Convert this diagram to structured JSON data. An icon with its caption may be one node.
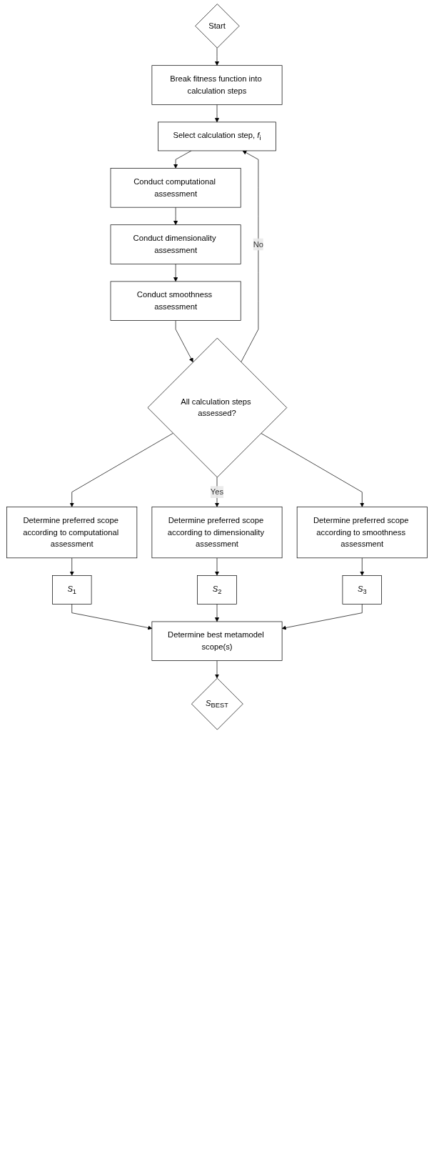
{
  "diagram": {
    "nodes": [
      {
        "text": [
          "Start"
        ]
      },
      {
        "text": [
          "Break fitness function into calculation steps"
        ]
      },
      {
        "text": [
          "Select calculation step, *f*$_{i}$"
        ]
      },
      {
        "text": [
          "Conduct computational assessment"
        ]
      },
      {
        "text": [
          "Conduct dimensionality assessment"
        ]
      },
      {
        "text": [
          "Conduct smoothness assessment"
        ]
      },
      {
        "text": [
          "All calculation steps assessed?"
        ]
      },
      {
        "text": [
          "Determine preferred scope according to computational assessment"
        ]
      },
      {
        "text": [
          "Determine preferred scope according to dimensionality assessment"
        ]
      },
      {
        "text": [
          "Determine preferred scope according to smoothness assessment"
        ]
      },
      {
        "text": [
          "*S*$_{1}$"
        ]
      },
      {
        "text": [
          "*S*$_{2}$"
        ]
      },
      {
        "text": [
          "*S*$_{3}$"
        ]
      },
      {
        "text": [
          "Determine best metamodel scope(s)"
        ]
      },
      {
        "text": [
          "*S*$_{BEST}$"
        ]
      }
    ],
    "edges": [
      {
        "from": 0,
        "to": 1,
        "arrow": "to"
      },
      {
        "from": 1,
        "to": 2,
        "arrow": "to"
      },
      {
        "from": 2,
        "to": 3,
        "arrow": "to"
      },
      {
        "from": 3,
        "to": 4,
        "arrow": "to"
      },
      {
        "from": 4,
        "to": 5,
        "arrow": "to"
      },
      {
        "from": 5,
        "to": 6,
        "arrow": "to"
      },
      {
        "from": 6,
        "to": 2,
        "label": "No",
        "arrow": "to"
      },
      {
        "from": 6,
        "to": 7,
        "arrow": "to"
      },
      {
        "from": 6,
        "to": 8,
        "label": "Yes",
        "arrow": "to"
      },
      {
        "from": 6,
        "to": 9,
        "arrow": "to"
      },
      {
        "from": 7,
        "to": 10,
        "arrow": "to"
      },
      {
        "from": 8,
        "to": 11,
        "arrow": "to"
      },
      {
        "from": 9,
        "to": 12,
        "arrow": "to"
      },
      {
        "from": 10,
        "to": 13,
        "arrow": "to"
      },
      {
        "from": 11,
        "to": 13,
        "arrow": "to"
      },
      {
        "from": 12,
        "to": 13,
        "arrow": "to"
      },
      {
        "from": 13,
        "to": 14,
        "arrow": "to"
      }
    ]
  }
}
